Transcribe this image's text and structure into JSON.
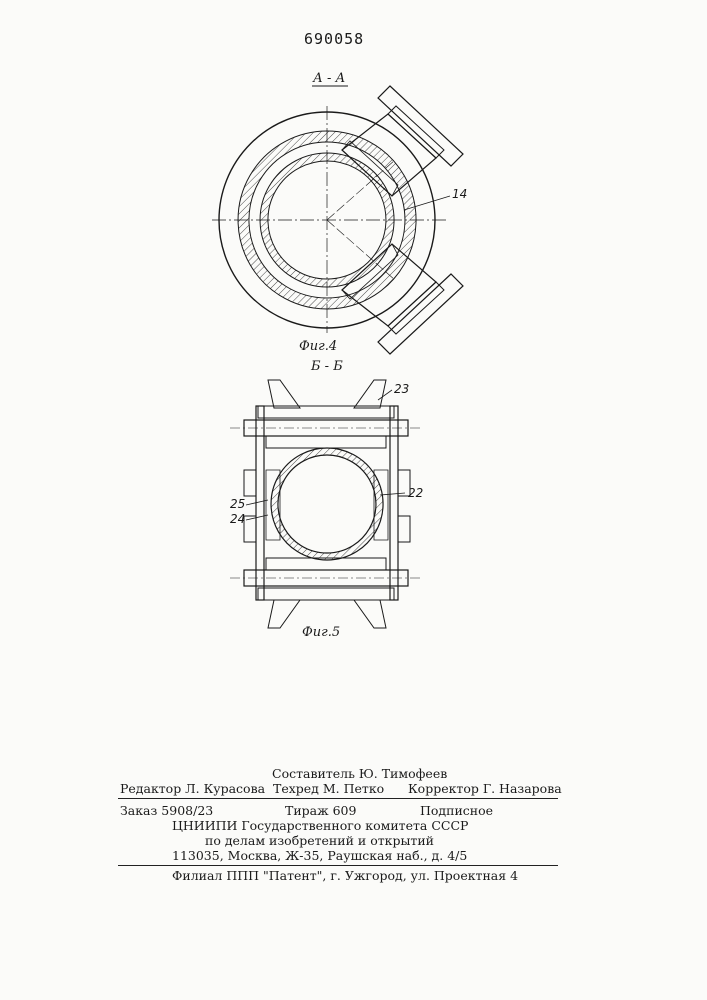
{
  "patent_number": "690058",
  "figure4": {
    "section_label": "А - А",
    "caption": "Фиг.4",
    "part_labels": [
      "14"
    ]
  },
  "figure5": {
    "section_label": "Б - Б",
    "caption": "Фиг.5",
    "part_labels": [
      "23",
      "22",
      "25",
      "24"
    ]
  },
  "imprint": {
    "compiler": "Составитель Ю. Тимофеев",
    "editor": "Редактор Л. Курасова",
    "techred": "Техред М. Петко",
    "corrector": "Корректор Г. Назарова",
    "order": "Заказ 5908/23",
    "circulation": "Тираж 609",
    "subscription": "Подписное",
    "institute_line1": "ЦНИИПИ Государственного комитета СССР",
    "institute_line2": "по делам изобретений и открытий",
    "address": "113035, Москва, Ж-35, Раушская наб., д. 4/5",
    "branch": "Филиал ППП \"Патент\", г. Ужгород, ул. Проектная 4"
  }
}
